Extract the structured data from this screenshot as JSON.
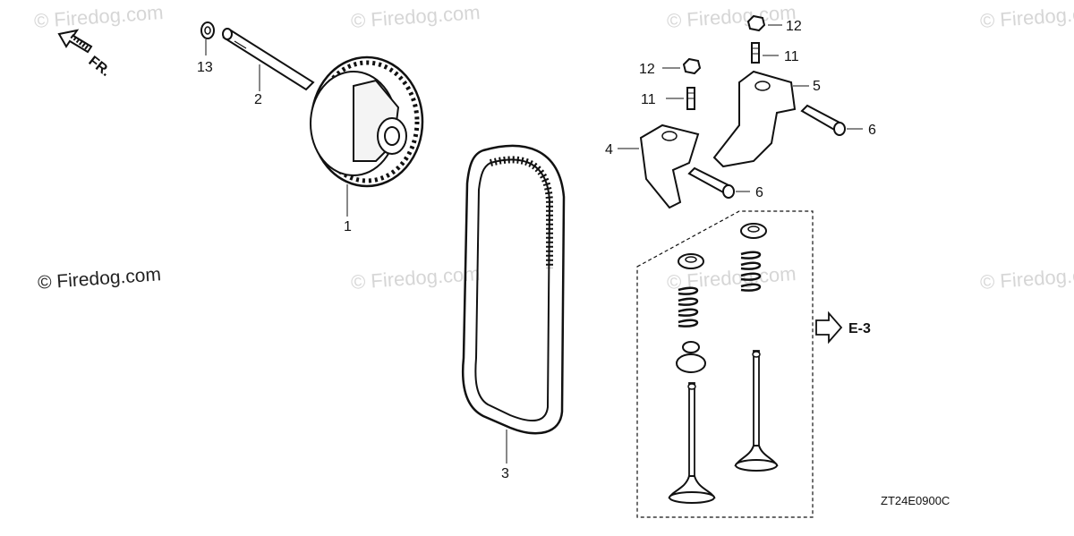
{
  "diagram": {
    "drawing_code": "ZT24E0900C",
    "direction_label": "FR.",
    "reference_label": "E-3",
    "callouts": {
      "c1": "1",
      "c2": "2",
      "c3": "3",
      "c4": "4",
      "c5": "5",
      "c6a": "6",
      "c6b": "6",
      "c11a": "11",
      "c11b": "11",
      "c12a": "12",
      "c12b": "12",
      "c13": "13"
    }
  },
  "watermarks": {
    "text": "© Firedog.com",
    "main": "© Firedog.com"
  }
}
